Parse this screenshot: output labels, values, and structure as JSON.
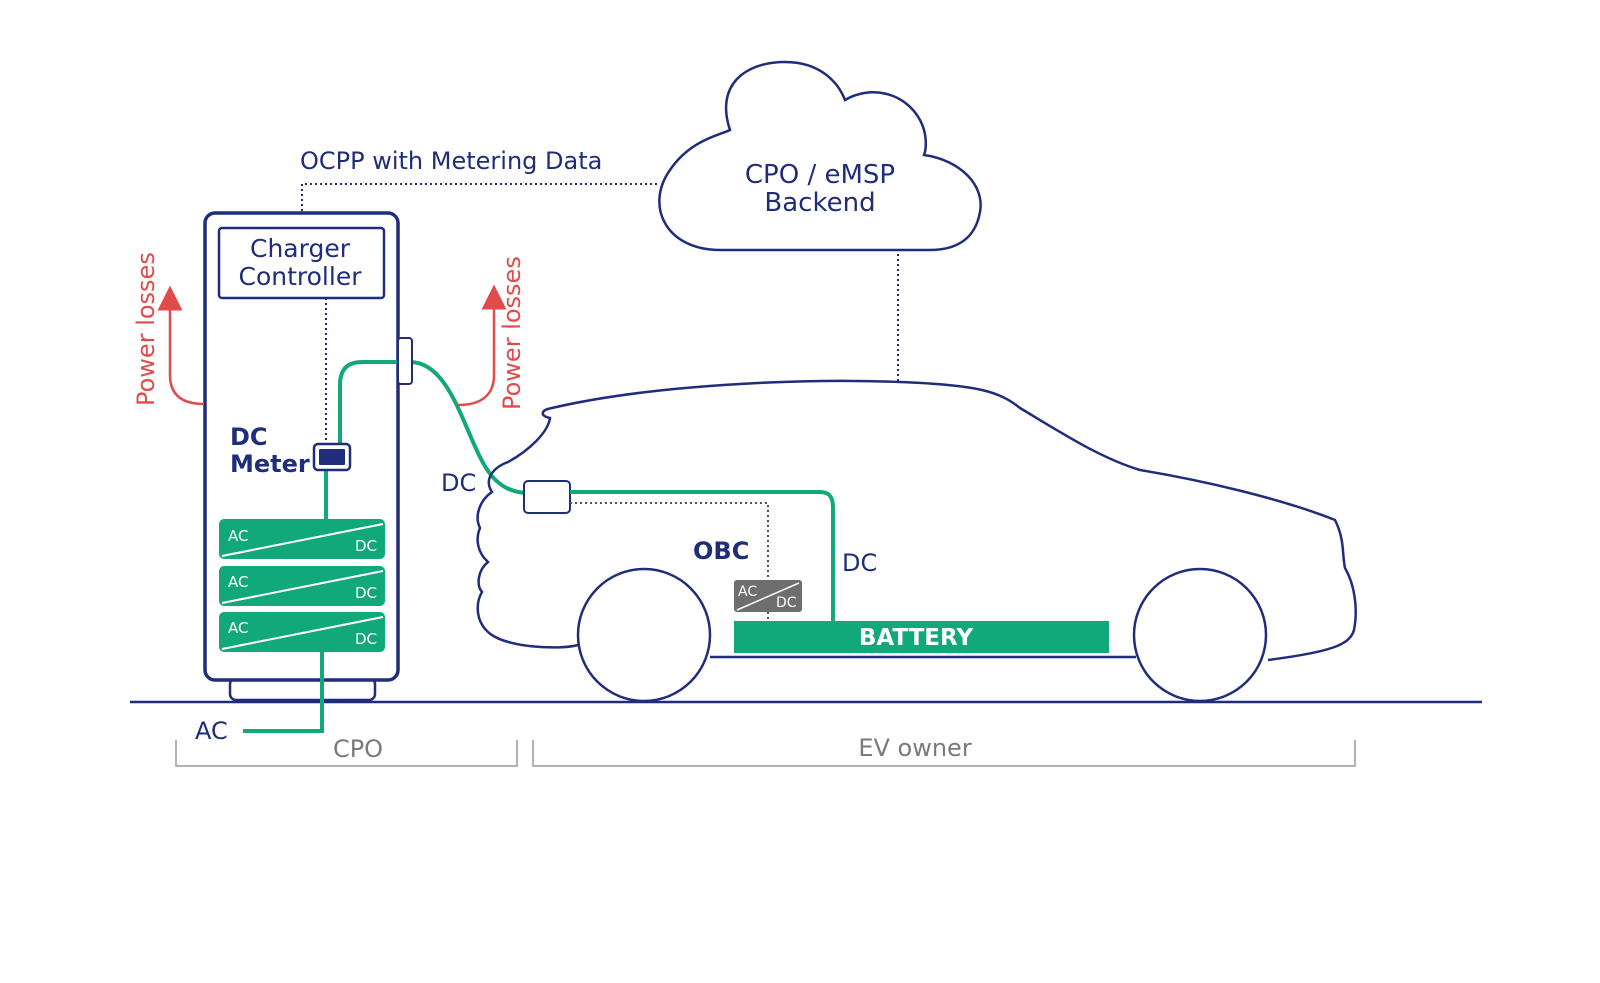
{
  "cloud": {
    "line1": "CPO / eMSP",
    "line2": "Backend"
  },
  "ocpp_label": "OCPP with Metering Data",
  "charger_controller": {
    "line1": "Charger",
    "line2": "Controller"
  },
  "dc_meter": {
    "line1": "DC",
    "line2": "Meter"
  },
  "power_losses_left": "Power losses",
  "power_losses_right": "Power losses",
  "converters": [
    {
      "ac": "AC",
      "dc": "DC"
    },
    {
      "ac": "AC",
      "dc": "DC"
    },
    {
      "ac": "AC",
      "dc": "DC"
    }
  ],
  "cable_dc_label": "DC",
  "obc": {
    "label": "OBC",
    "ac": "AC",
    "dc": "DC"
  },
  "battery_dc_label": "DC",
  "battery_label": "BATTERY",
  "ac_input_label": "AC",
  "sections": {
    "cpo": "CPO",
    "ev_owner": "EV owner"
  },
  "colors": {
    "navy": "#1f2d7a",
    "green": "#12a97a",
    "red": "#e04b4b",
    "grey": "#6e6e6e",
    "bracket": "#9a9a9a"
  }
}
